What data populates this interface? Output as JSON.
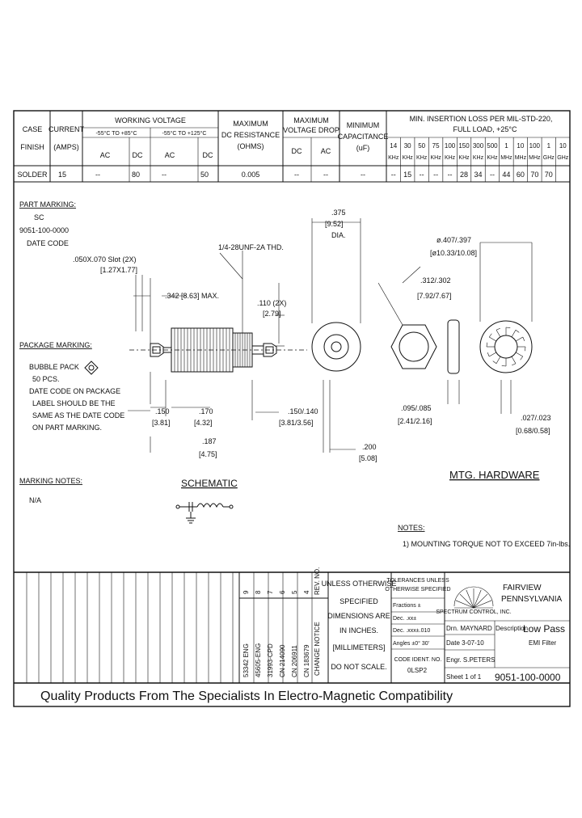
{
  "header": {
    "case_label": "CASE",
    "finish_label": "FINISH",
    "current_label": "CURRENT",
    "amps_label": "(AMPS)",
    "working_voltage": "WORKING VOLTAGE",
    "range1": "-55°C TO +85°C",
    "range2": "-55°C TO +125°C",
    "dc": "DC",
    "ac": "AC",
    "max_dc_res_1": "MAXIMUM",
    "max_dc_res_2": "DC RESISTANCE",
    "max_dc_res_3": "(OHMS)",
    "max_vd_1": "MAXIMUM",
    "max_vd_2": "VOLTAGE DROP",
    "min_cap_1": "MINIMUM",
    "min_cap_2": "CAPACITANCE",
    "min_cap_3": "(uF)",
    "ins_loss_1": "MIN. INSERTION LOSS PER MIL-STD-220,",
    "ins_loss_2": "FULL LOAD, +25°C",
    "freq_top": [
      "14",
      "30",
      "50",
      "75",
      "100",
      "150",
      "300",
      "500",
      "1",
      "10",
      "100",
      "1",
      "10"
    ],
    "freq_unit": [
      "KHz",
      "KHz",
      "KHz",
      "KHz",
      "KHz",
      "KHz",
      "KHz",
      "KHz",
      "MHz",
      "MHz",
      "MHz",
      "GHz",
      "GHz"
    ]
  },
  "row": {
    "finish": "SOLDER",
    "current": "15",
    "dc1": "--",
    "ac1": "80",
    "dc2": "--",
    "ac2": "50",
    "resistance": "0.005",
    "vd_dc": "--",
    "vd_ac": "--",
    "capacitance": "--",
    "loss": [
      "--",
      "15",
      "--",
      "--",
      "--",
      "28",
      "34",
      "--",
      "44",
      "60",
      "70",
      "70",
      ""
    ]
  },
  "part_marking": {
    "title": "PART MARKING:",
    "lines": [
      "SC",
      "9051-100-0000",
      "DATE CODE"
    ]
  },
  "package_marking": {
    "title": "PACKAGE MARKING:",
    "lines": [
      "BUBBLE PACK",
      "50 PCS.",
      "DATE CODE ON PACKAGE",
      "LABEL SHOULD BE THE",
      "SAME AS THE DATE CODE",
      "ON PART MARKING."
    ]
  },
  "marking_notes": {
    "title": "MARKING NOTES:",
    "value": "N/A"
  },
  "schematic_title": "SCHEMATIC",
  "dims": {
    "slot": ".050X.070 Slot (2X)",
    "slot_mm": "[1.27X1.77]",
    "max_len": ".342 [8.63] MAX.",
    "thread": "1/4-28UNF-2A THD.",
    "d110": ".110 (2X)",
    "d110_mm": "[2.79]",
    "d375": ".375",
    "d375_mm": "[9.52]",
    "dia": "DIA.",
    "d150": ".150",
    "d150_mm": "[3.81]",
    "d170": ".170",
    "d170_mm": "[4.32]",
    "d187": ".187",
    "d187_mm": "[4.75]",
    "d150_140": ".150/.140",
    "d150_140_mm": "[3.81/3.56]",
    "d200": ".200",
    "d200_mm": "[5.08]",
    "d407": "ø.407/.397",
    "d407_mm": "[ø10.33/10.08]",
    "d312": ".312/.302",
    "d312_mm": "[7.92/7.67]",
    "d095": ".095/.085",
    "d095_mm": "[2.41/2.16]",
    "d027": ".027/.023",
    "d027_mm": "[0.68/0.58]"
  },
  "hardware_title": "MTG. HARDWARE",
  "notes": {
    "title": "NOTES:",
    "line1": "1) MOUNTING TORQUE NOT TO EXCEED 7in-lbs."
  },
  "title_block": {
    "revisions": [
      {
        "rev": "9",
        "change": "53342 ENG"
      },
      {
        "rev": "8",
        "change": "45605-ENG"
      },
      {
        "rev": "7",
        "change": "31993-CPD"
      },
      {
        "rev": "6",
        "change": "CN 214090"
      },
      {
        "rev": "5",
        "change": "CN 206911"
      },
      {
        "rev": "4",
        "change": "CN 183679"
      }
    ],
    "rev_header": "REV. NO.",
    "change_header": "CHANGE NOTICE",
    "unless": [
      "UNLESS OTHERWISE",
      "SPECIFIED",
      "DIMENSIONS ARE",
      "IN INCHES.",
      "[MILLIMETERS]",
      "DO NOT SCALE."
    ],
    "tol_1": "TOLERANCES UNLESS",
    "tol_2": "OTHERWISE SPECIFIED",
    "fractions": "Fractions ±",
    "dec_x": "Dec. .xx±",
    "dec_xxx": "Dec. .xxx±.010",
    "angles": "Angles ±0° 30'",
    "code_ident": "CODE IDENT. NO.",
    "code_value": "0LSP2",
    "company_small": "SPECTRUM CONTROL, INC.",
    "city_1": "FAIRVIEW",
    "city_2": "PENNSYLVANIA",
    "drawn": "Drn. MAYNARD",
    "date": "Date 3-07-10",
    "engr": "Engr. S.PETERS",
    "sheet": "Sheet 1 of 1",
    "desc_label": "Description",
    "desc_1": "Low Pass",
    "desc_2": "EMI Filter",
    "part_no": "9051-100-0000"
  },
  "slogan": "Quality Products From The Specialists In Electro-Magnetic Compatibility"
}
